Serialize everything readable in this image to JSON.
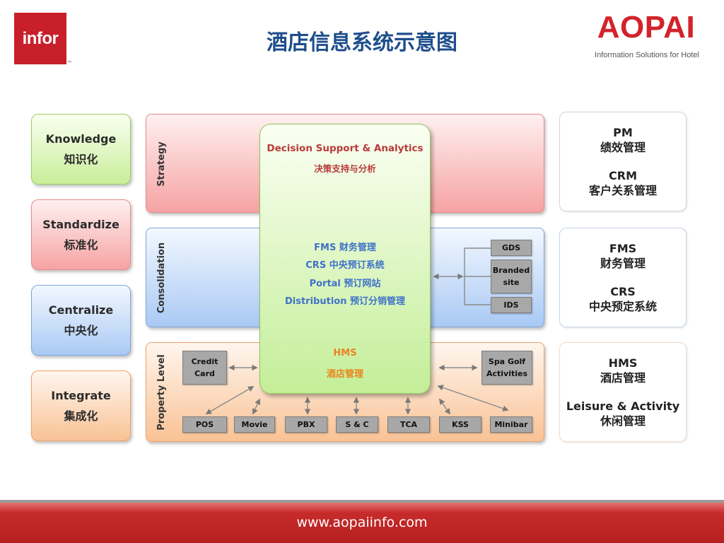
{
  "header": {
    "infor_logo": "infor",
    "tm": "™",
    "title": "酒店信息系统示意图",
    "aopai_logo": "AOPAI",
    "aopai_tagline": "Information Solutions for Hotel"
  },
  "left_column": [
    {
      "en": "Knowledge",
      "cn": "知识化",
      "color": "#c8ee9a"
    },
    {
      "en": "Standardize",
      "cn": "标准化",
      "color": "#f6a3a3"
    },
    {
      "en": "Centralize",
      "cn": "中央化",
      "color": "#a9c9f4"
    },
    {
      "en": "Integrate",
      "cn": "集成化",
      "color": "#f9c295"
    }
  ],
  "bands": {
    "strategy": "Strategy",
    "consolidation": "Consolidation",
    "property": "Property Level"
  },
  "center": {
    "dsa_en": "Decision Support & Analytics",
    "dsa_cn": "决策支持与分析",
    "fms": "FMS  财务管理",
    "crs": "CRS  中央预订系统",
    "portal": "Portal  预订网站",
    "distribution": "Distribution  预订分销管理",
    "hms_en": "HMS",
    "hms_cn": "酒店管理",
    "color_dsa": "#b83b3b",
    "color_mid": "#3f72c8",
    "color_hms": "#e8841f"
  },
  "channels": {
    "gds": "GDS",
    "branded_site": "Branded site",
    "ids": "IDS"
  },
  "property_items": {
    "credit_card": "Credit Card",
    "spa_golf": "Spa Golf Activities",
    "bottom": [
      "POS",
      "Movie",
      "PBX",
      "S & C",
      "TCA",
      "KSS",
      "Minibar"
    ]
  },
  "right_column": [
    {
      "line1": "PM",
      "line2": "绩效管理",
      "line3": "CRM",
      "line4": "客户关系管理"
    },
    {
      "line1": "FMS",
      "line2": "财务管理",
      "line3": "CRS",
      "line4": "中央预定系统"
    },
    {
      "line1": "HMS",
      "line2": "酒店管理",
      "line3": "Leisure & Activity",
      "line4": "休闲管理"
    }
  ],
  "footer": {
    "url": "www.aopaiinfo.com"
  }
}
